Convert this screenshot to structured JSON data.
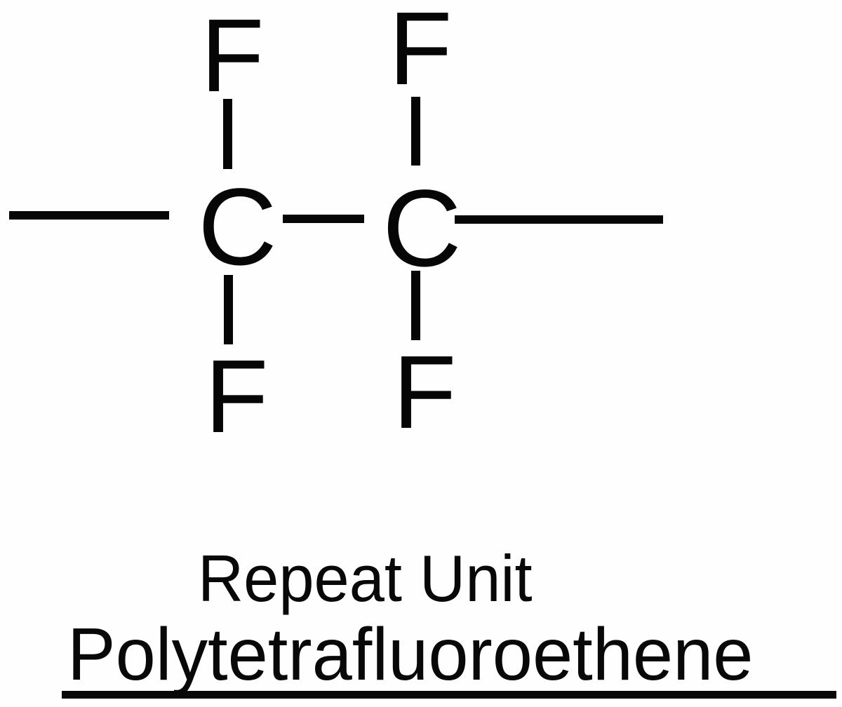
{
  "diagram": {
    "kind": "chemical-structure",
    "background_color": "#fefefe",
    "stroke_color": "#060606",
    "atoms": {
      "f_top_left": "F",
      "f_top_right": "F",
      "c_left": "C",
      "c_right": "C",
      "f_bottom_left": "F",
      "f_bottom_right": "F"
    },
    "bonds": [
      {
        "name": "bond-left-chain-continuation",
        "orientation": "horizontal"
      },
      {
        "name": "bond-c-left-to-c-right",
        "orientation": "horizontal"
      },
      {
        "name": "bond-right-chain-continuation",
        "orientation": "horizontal"
      },
      {
        "name": "bond-c-left-to-f-top",
        "orientation": "vertical"
      },
      {
        "name": "bond-c-left-to-f-bottom",
        "orientation": "vertical"
      },
      {
        "name": "bond-c-right-to-f-top",
        "orientation": "vertical"
      },
      {
        "name": "bond-c-right-to-f-bottom",
        "orientation": "vertical"
      }
    ]
  },
  "caption": {
    "line1": "Repeat Unit",
    "line2": "Polytetrafluoroethene",
    "line2_underlined": true,
    "text_color": "#080808"
  }
}
